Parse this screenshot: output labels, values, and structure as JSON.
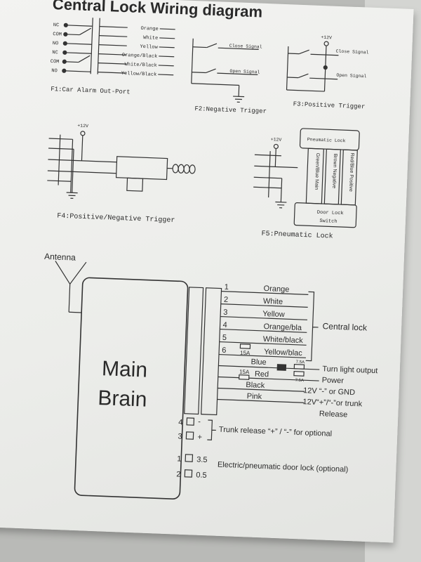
{
  "title": "Central Lock Wiring diagram",
  "f1": {
    "caption": "F1:Car Alarm Out-Port",
    "left_labels": [
      "NC",
      "COM",
      "NO",
      "NC",
      "COM",
      "NO"
    ],
    "wire_labels": [
      "Orange",
      "White",
      "Yellow",
      "Orange/Black",
      "White/Black",
      "Yellow/Black"
    ]
  },
  "f2": {
    "caption": "F2:Negative Trigger",
    "close": "Close Signal",
    "open": "Open Signal"
  },
  "f3": {
    "caption": "F3:Positive Trigger",
    "v12": "+12V",
    "close": "Close Signal",
    "open": "Open Signal"
  },
  "f4": {
    "caption": "F4:Positive/Negative Trigger",
    "v12": "+12V"
  },
  "f5": {
    "caption": "F5:Pneumatic Lock",
    "v12": "+12V",
    "pump": "Pneumatic Lock",
    "w1": "Green/Blue Main",
    "w2": "Brown Negative",
    "w3": "Red/Blue Positive",
    "switch_line1": "Door Lock",
    "switch_line2": "Switch"
  },
  "main": {
    "antenna": "Antenna",
    "brain_line1": "Main",
    "brain_line2": "Brain",
    "wires": [
      {
        "num": "1",
        "label": "Orange"
      },
      {
        "num": "2",
        "label": "White"
      },
      {
        "num": "3",
        "label": "Yellow"
      },
      {
        "num": "4",
        "label": "Orange/bla"
      },
      {
        "num": "5",
        "label": "White/black"
      },
      {
        "num": "6",
        "label": "Yellow/blac"
      }
    ],
    "central_lock": "Central lock",
    "fuse_6": "15A",
    "blue": "Blue",
    "fuse_blue": "7.5A",
    "fuse_blue2": "7.5A",
    "turn_light": "Turn light output",
    "fuse_red": "15A",
    "red": "Red",
    "power": "Power",
    "black": "Black",
    "black_desc": "12V “-” or GND",
    "pink": "Pink",
    "pink_desc": "12V“+”/“-”or trunk",
    "release": "Release",
    "t4": "4",
    "t4sign": "-",
    "t3": "3",
    "t3sign": "+",
    "trunk": "Trunk release “+” / “-” for optional",
    "t1": "1",
    "t1val": "3.5",
    "t2": "2",
    "t2val": "0.5",
    "door": "Electric/pneumatic door lock (optional)"
  }
}
